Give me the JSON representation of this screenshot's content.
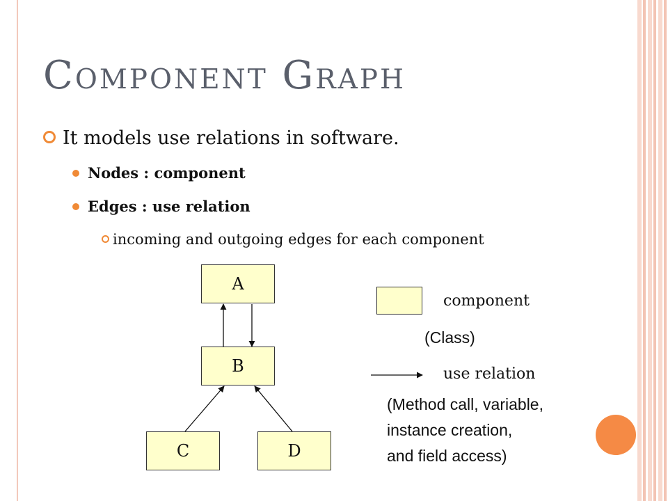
{
  "title": "Component Graph",
  "bullets": {
    "main": "It models use relations in software.",
    "nodes": "Nodes : component",
    "edges": "Edges : use relation",
    "sub": "incoming and outgoing edges for each component"
  },
  "diagram": {
    "nodes": {
      "A": "A",
      "B": "B",
      "C": "C",
      "D": "D"
    }
  },
  "legend": {
    "component_label": "component",
    "component_note": "(Class)",
    "relation_label": "use relation",
    "relation_note_1": "(Method call, variable,",
    "relation_note_2": "instance creation,",
    "relation_note_3": "and field access)"
  },
  "colors": {
    "accent": "#f08a36",
    "node_fill": "#ffffcc",
    "title": "#5a5f6b"
  }
}
